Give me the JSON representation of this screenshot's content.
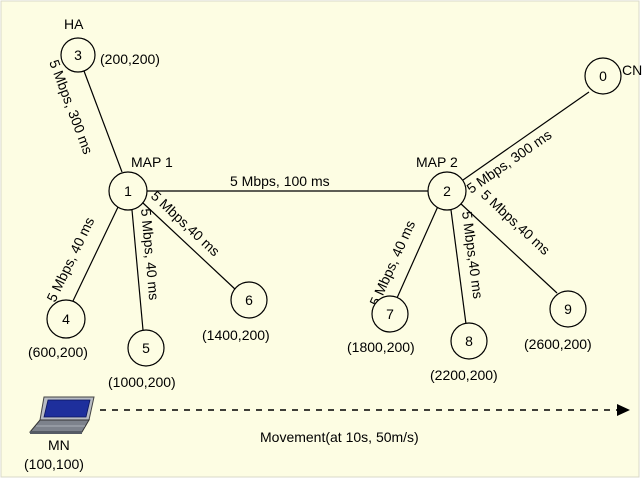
{
  "background_color": "#fdfde3",
  "node_fill": "#fdfde3",
  "stroke_color": "#000000",
  "nodes": {
    "n0": {
      "id": "0",
      "role": "CN",
      "coord": ""
    },
    "n1": {
      "id": "1",
      "role": "MAP 1",
      "coord": ""
    },
    "n2": {
      "id": "2",
      "role": "MAP 2",
      "coord": ""
    },
    "n3": {
      "id": "3",
      "role": "HA",
      "coord": "(200,200)"
    },
    "n4": {
      "id": "4",
      "role": "",
      "coord": "(600,200)"
    },
    "n5": {
      "id": "5",
      "role": "",
      "coord": "(1000,200)"
    },
    "n6": {
      "id": "6",
      "role": "",
      "coord": "(1400,200)"
    },
    "n7": {
      "id": "7",
      "role": "",
      "coord": "(1800,200)"
    },
    "n8": {
      "id": "8",
      "role": "",
      "coord": "(2200,200)"
    },
    "n9": {
      "id": "9",
      "role": "",
      "coord": "(2600,200)"
    }
  },
  "links": {
    "l3_1": "5 Mbps, 300 ms",
    "l1_2": "5 Mbps, 100 ms",
    "l1_4": "5 Mbps, 40 ms",
    "l1_5": "5 Mbps, 40 ms",
    "l1_6": "5 Mbps,40 ms",
    "l2_0": "5 Mbps, 300 ms",
    "l2_7": "5 Mbps, 40 ms",
    "l2_8": "5 Mbps,40 ms",
    "l2_9": "5 Mbps,40 ms"
  },
  "mobile_node": {
    "label": "MN",
    "coord": "(100,100)",
    "icon": "laptop-icon"
  },
  "movement": {
    "label": "Movement(at 10s, 50m/s)"
  }
}
